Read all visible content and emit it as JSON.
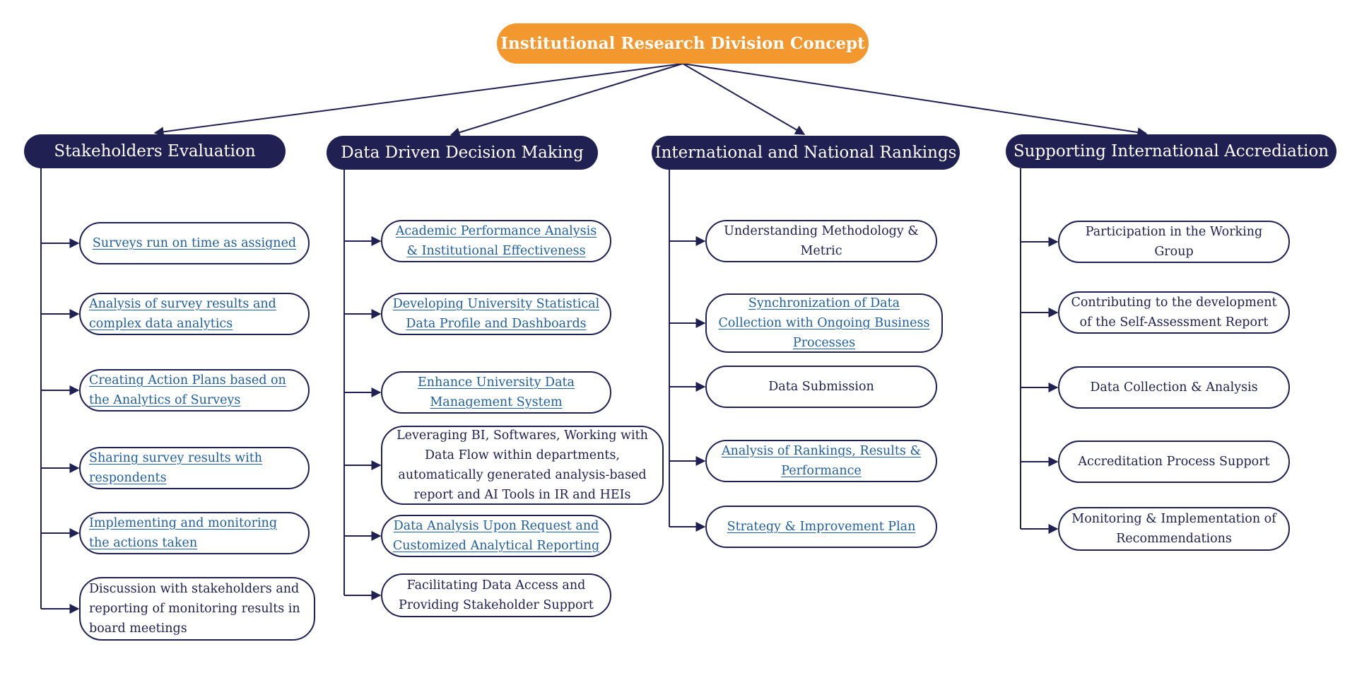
{
  "colors": {
    "accent": "#f3972f",
    "header_bg": "#212052",
    "line": "#212052",
    "link": "#1f5f9e"
  },
  "root": {
    "title": "Institutional Research Division Concept"
  },
  "columns": [
    {
      "title": "Stakeholders Evaluation",
      "items": [
        {
          "text": "Surveys run on time as assigned",
          "link": true
        },
        {
          "text": "Analysis of survey results and complex data analytics",
          "link": true
        },
        {
          "text": "Creating Action Plans based on the Analytics of Surveys",
          "link": true
        },
        {
          "text": "Sharing survey results with respondents",
          "link": true
        },
        {
          "text": "Implementing and monitoring the actions taken",
          "link": true
        },
        {
          "text": "Discussion with stakeholders and reporting of monitoring results in board meetings",
          "link": false
        }
      ]
    },
    {
      "title": "Data Driven Decision Making",
      "items": [
        {
          "text": "Academic Performance Analysis & Institutional Effectiveness",
          "link": true
        },
        {
          "text": "Developing University Statistical Data Profile and Dashboards",
          "link": true
        },
        {
          "text": "Enhance University Data Management System",
          "link": true
        },
        {
          "text": "Leveraging BI, Softwares, Working with Data Flow within departments, automatically generated analysis-based report and AI Tools in IR and HEIs",
          "link": false
        },
        {
          "text": "Data Analysis Upon Request and Customized Analytical Reporting",
          "link": true
        },
        {
          "text": "Facilitating Data Access and Providing Stakeholder Support",
          "link": false
        }
      ]
    },
    {
      "title": "International and National Rankings",
      "items": [
        {
          "text": "Understanding Methodology & Metric",
          "link": false
        },
        {
          "text": "Synchronization of Data Collection with Ongoing Business Processes",
          "link": true
        },
        {
          "text": "Data Submission",
          "link": false
        },
        {
          "text": "Analysis of Rankings, Results & Performance",
          "link": true
        },
        {
          "text": "Strategy & Improvement Plan",
          "link": true
        }
      ]
    },
    {
      "title": "Supporting International Accrediation",
      "items": [
        {
          "text": "Participation in the Working Group",
          "link": false
        },
        {
          "text": "Contributing to the development of the Self-Assessment Report",
          "link": false
        },
        {
          "text": "Data Collection & Analysis",
          "link": false
        },
        {
          "text": "Accreditation Process Support",
          "link": false
        },
        {
          "text": "Monitoring & Implementation of Recommendations",
          "link": false
        }
      ]
    }
  ]
}
